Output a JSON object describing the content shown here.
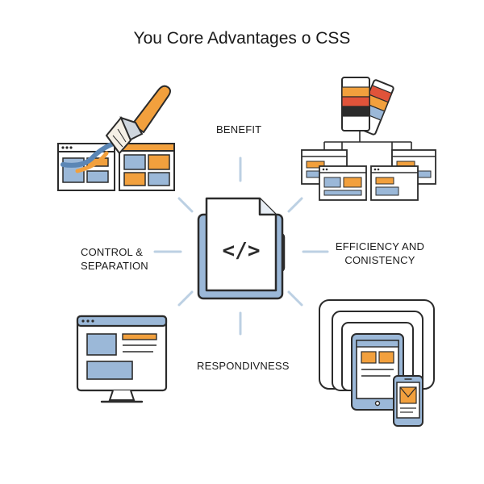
{
  "title": "You Core Advantages o CSS",
  "center_code": "</>",
  "labels": {
    "top": "BENEFIT",
    "left_line1": "CONTROL &",
    "left_line2": "SEPARATION",
    "right_line1": "EFFICIENCY AND",
    "right_line2": "CONISTENCY",
    "bottom": "RESPONDIVNESS"
  },
  "icons": {
    "top_left": "paintbrush-styling-layout-icon",
    "top_right": "color-swatch-stylesheet-tree-icon",
    "center": "css-code-file-icon",
    "bottom_left": "desktop-monitor-icon",
    "bottom_right": "responsive-devices-icon"
  },
  "colors": {
    "blue": "#9bb8d8",
    "orange": "#f2a03d",
    "red": "#e0533a",
    "dark": "#2b2b2b",
    "accent_line": "#bcd0e3"
  }
}
